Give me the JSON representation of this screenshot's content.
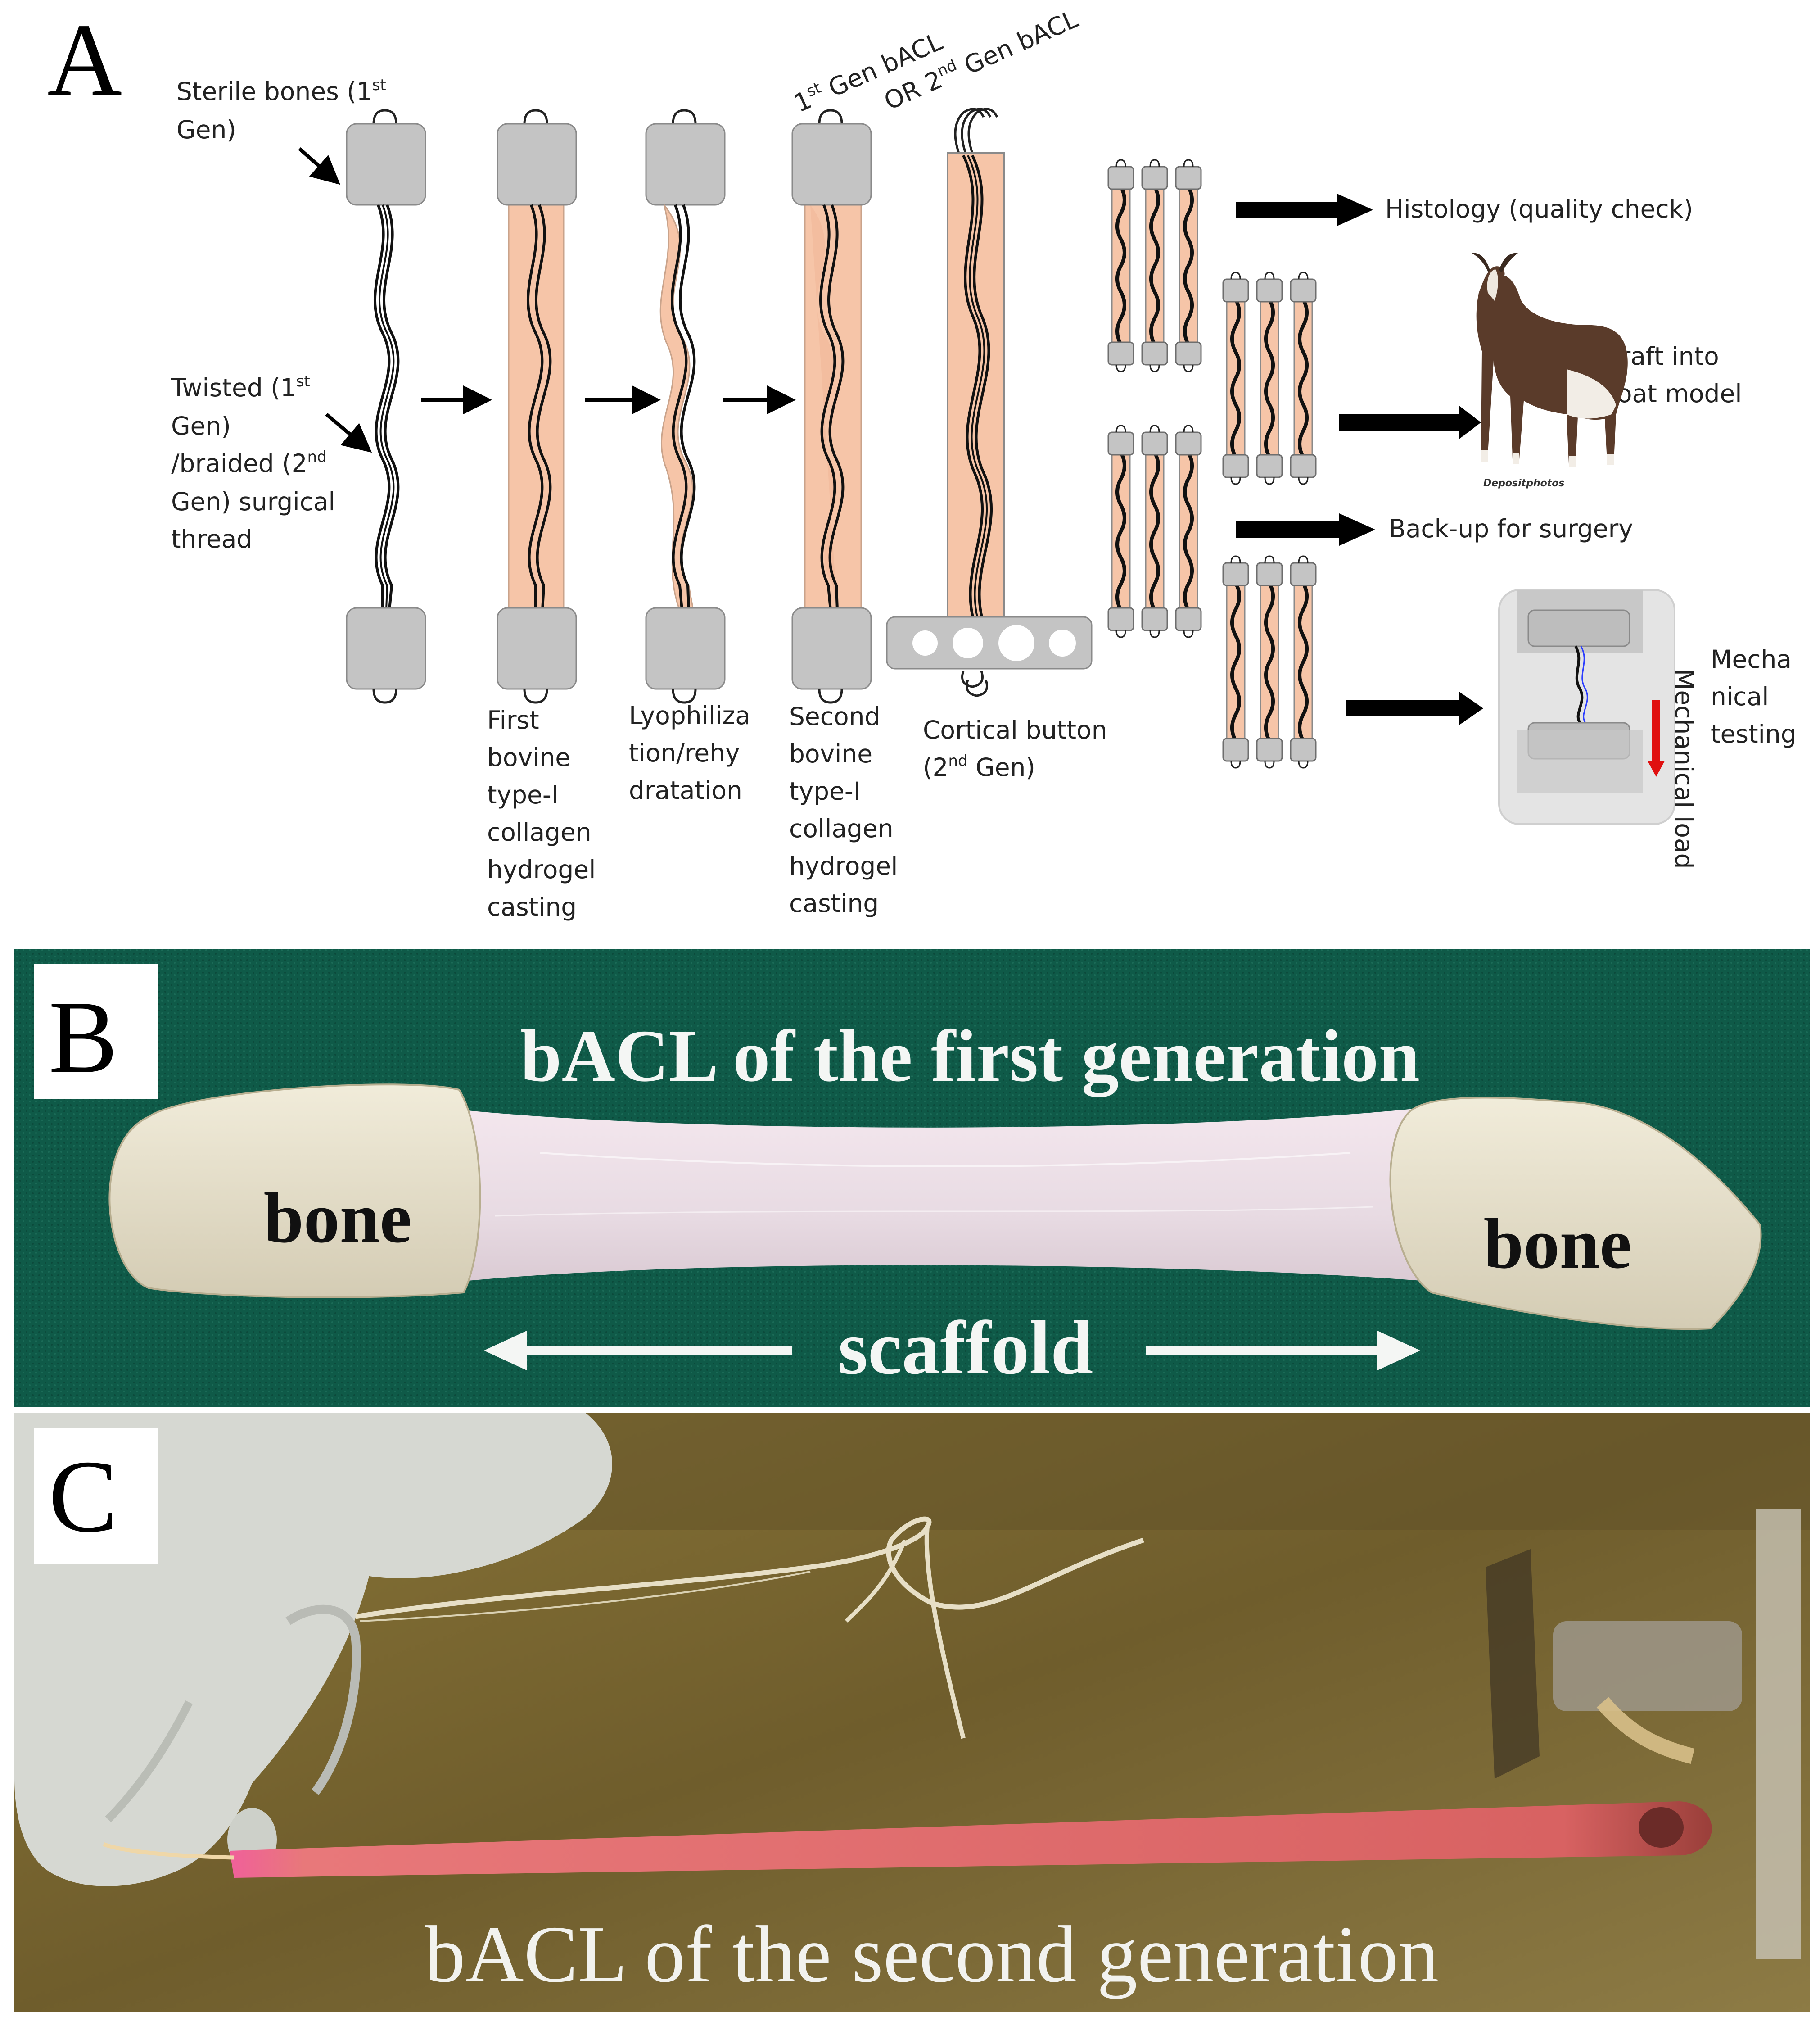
{
  "panels": {
    "a": {
      "letter": "A",
      "thread_labels": {
        "sterile_bones": [
          "Sterile bones (1",
          "st",
          "Gen)"
        ],
        "twisted": [
          "Twisted (1",
          "st",
          "Gen)",
          "/braided (2",
          "nd",
          "Gen) surgical",
          "thread"
        ]
      },
      "generation_labels": {
        "first_gen": [
          "1",
          "st",
          " Gen bACL"
        ],
        "second_gen": [
          "OR 2",
          "nd",
          " Gen bACL"
        ]
      },
      "steps": {
        "step1": [
          "First",
          "bovine",
          "type-I",
          "collagen",
          "hydrogel",
          "casting"
        ],
        "step2": [
          "Lyophiliza",
          "tion/rehy",
          "dratation"
        ],
        "step3": [
          "Second",
          "bovine",
          "type-I",
          "collagen",
          "hydrogel",
          "casting"
        ],
        "cortical": [
          "Cortical button",
          "(2",
          "nd",
          " Gen)"
        ]
      },
      "outcomes": {
        "histology": "Histology (quality check)",
        "graft": [
          "Graft into",
          "goat model"
        ],
        "watermark": "Depositphotos",
        "backup": "Back-up for surgery",
        "mechanical": [
          "Mecha",
          "nical",
          "testing"
        ],
        "load": "Mechanical load"
      }
    },
    "b": {
      "letter": "B",
      "title": "bACL of the first generation",
      "bone_left": "bone",
      "bone_right": "bone",
      "scaffold": "scaffold",
      "colors": {
        "background": "#0f5a48",
        "tissue": "#efe4e9",
        "bone": "#e6e0cc"
      }
    },
    "c": {
      "letter": "C",
      "title": "bACL of the second generation",
      "colors": {
        "background": "#7d6a34",
        "graft": "#e07070",
        "glove": "#d6d8d2"
      }
    }
  },
  "colors": {
    "hydrogel": "#f6c5a8",
    "bone_block": "#c4c4c4",
    "arrow": "#000000",
    "load_arrow": "#e01010"
  }
}
